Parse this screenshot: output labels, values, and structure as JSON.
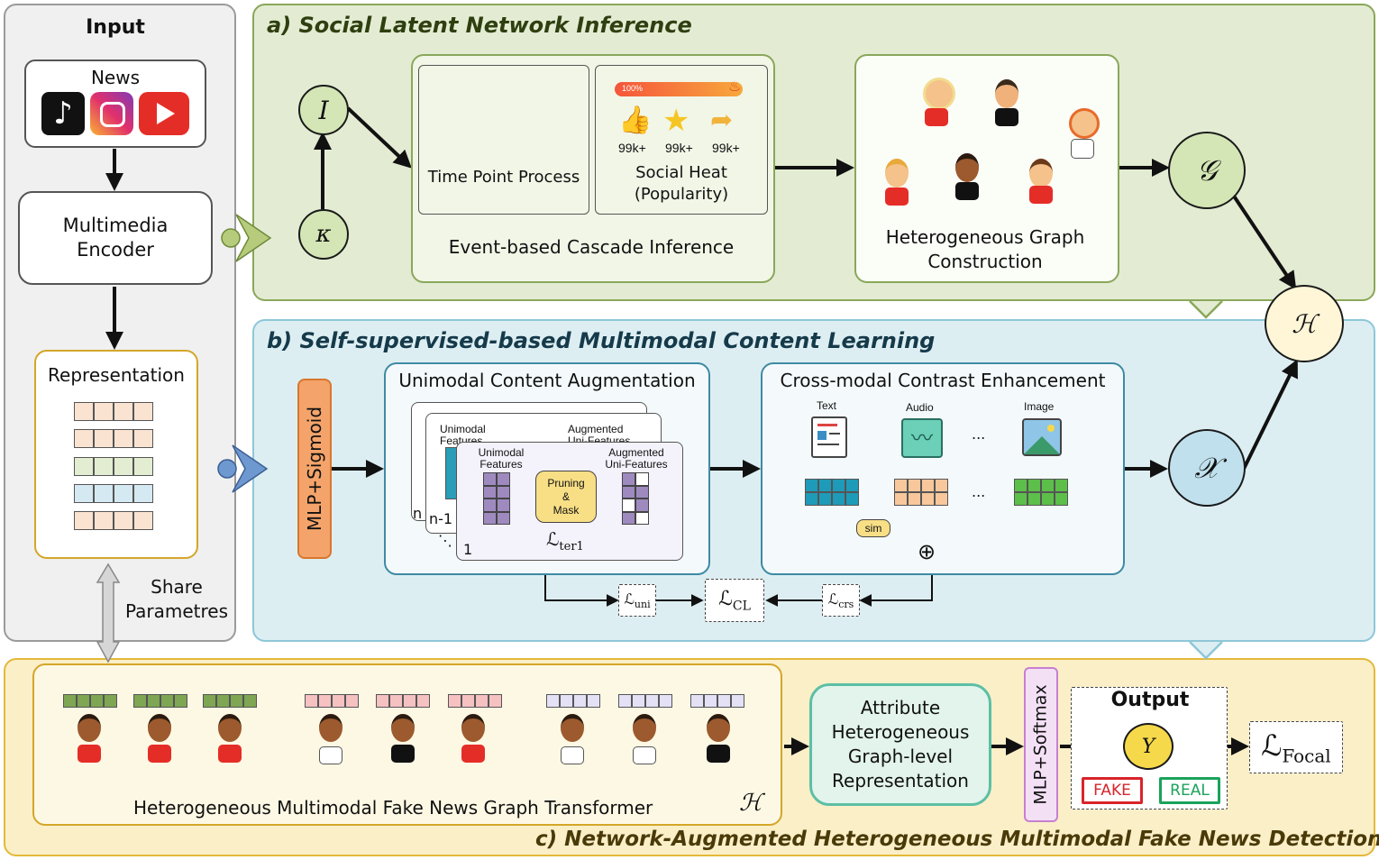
{
  "input": {
    "title": "Input",
    "news": "News",
    "encoder": "Multimedia\nEncoder",
    "representation": "Representation",
    "share": "Share\nParametres"
  },
  "section_a": {
    "title": "a) Social Latent Network Inference",
    "node_i": "I",
    "node_kappa": "κ",
    "tpp": "Time Point Process",
    "heat_bar": "100%",
    "heat_counts": [
      "99k+",
      "99k+",
      "99k+"
    ],
    "social_heat": "Social Heat\n(Popularity)",
    "cascade": "Event-based Cascade Inference",
    "hetero": "Heterogeneous Graph\nConstruction",
    "node_g": "𝒢"
  },
  "section_b": {
    "title": "b) Self-supervised-based Multimodal Content Learning",
    "mlp": "MLP+Sigmoid",
    "uca": "Unimodal Content Augmentation",
    "uni_feat": "Unimodal\nFeatures",
    "aug_feat": "Augmented\nUni-Features",
    "pruning": "Pruning\n&\nMask",
    "loss_ter": "ℒ",
    "loss_ter_sub": "ter1",
    "stack_n": "n",
    "stack_n1": "n-1",
    "stack_dots": "⋱",
    "stack_1": "1",
    "cce": "Cross-modal Contrast Enhancement",
    "text": "Text",
    "audio": "Audio",
    "image": "Image",
    "dots": "...",
    "sim": "sim",
    "plus": "⊕",
    "loss_uni": "ℒ",
    "loss_uni_sub": "uni",
    "loss_cl": "ℒ",
    "loss_cl_sub": "CL",
    "loss_crs": "ℒ",
    "loss_crs_sub": "crs",
    "node_x": "𝒳"
  },
  "node_h": "ℋ",
  "section_c": {
    "title": "c) Network-Augmented Heterogeneous Multimodal Fake News Detection",
    "transformer": "Heterogeneous Multimodal Fake News Graph Transformer",
    "h_label": "ℋ",
    "attr": "Attribute\nHeterogeneous\nGraph-level\nRepresentation",
    "mlp": "MLP+Softmax",
    "output": "Output",
    "node_y": "Y",
    "fake": "FAKE",
    "real": "REAL",
    "focal": "ℒ",
    "focal_sub": "Focal"
  },
  "colors": {
    "green_panel": "#e3ecd3",
    "green_border": "#8aa75a",
    "blue_panel": "#ddeef3",
    "blue_border": "#8ec7d8",
    "yellow_panel": "#fbefc8",
    "yellow_border": "#e4b93a",
    "gray_panel": "#f0f0f0",
    "orange": "#f4a46a",
    "node_green": "#d4e6b5",
    "node_blue": "#bfe0ec",
    "node_yellow": "#fff6d8",
    "y_node": "#f6d94a"
  }
}
